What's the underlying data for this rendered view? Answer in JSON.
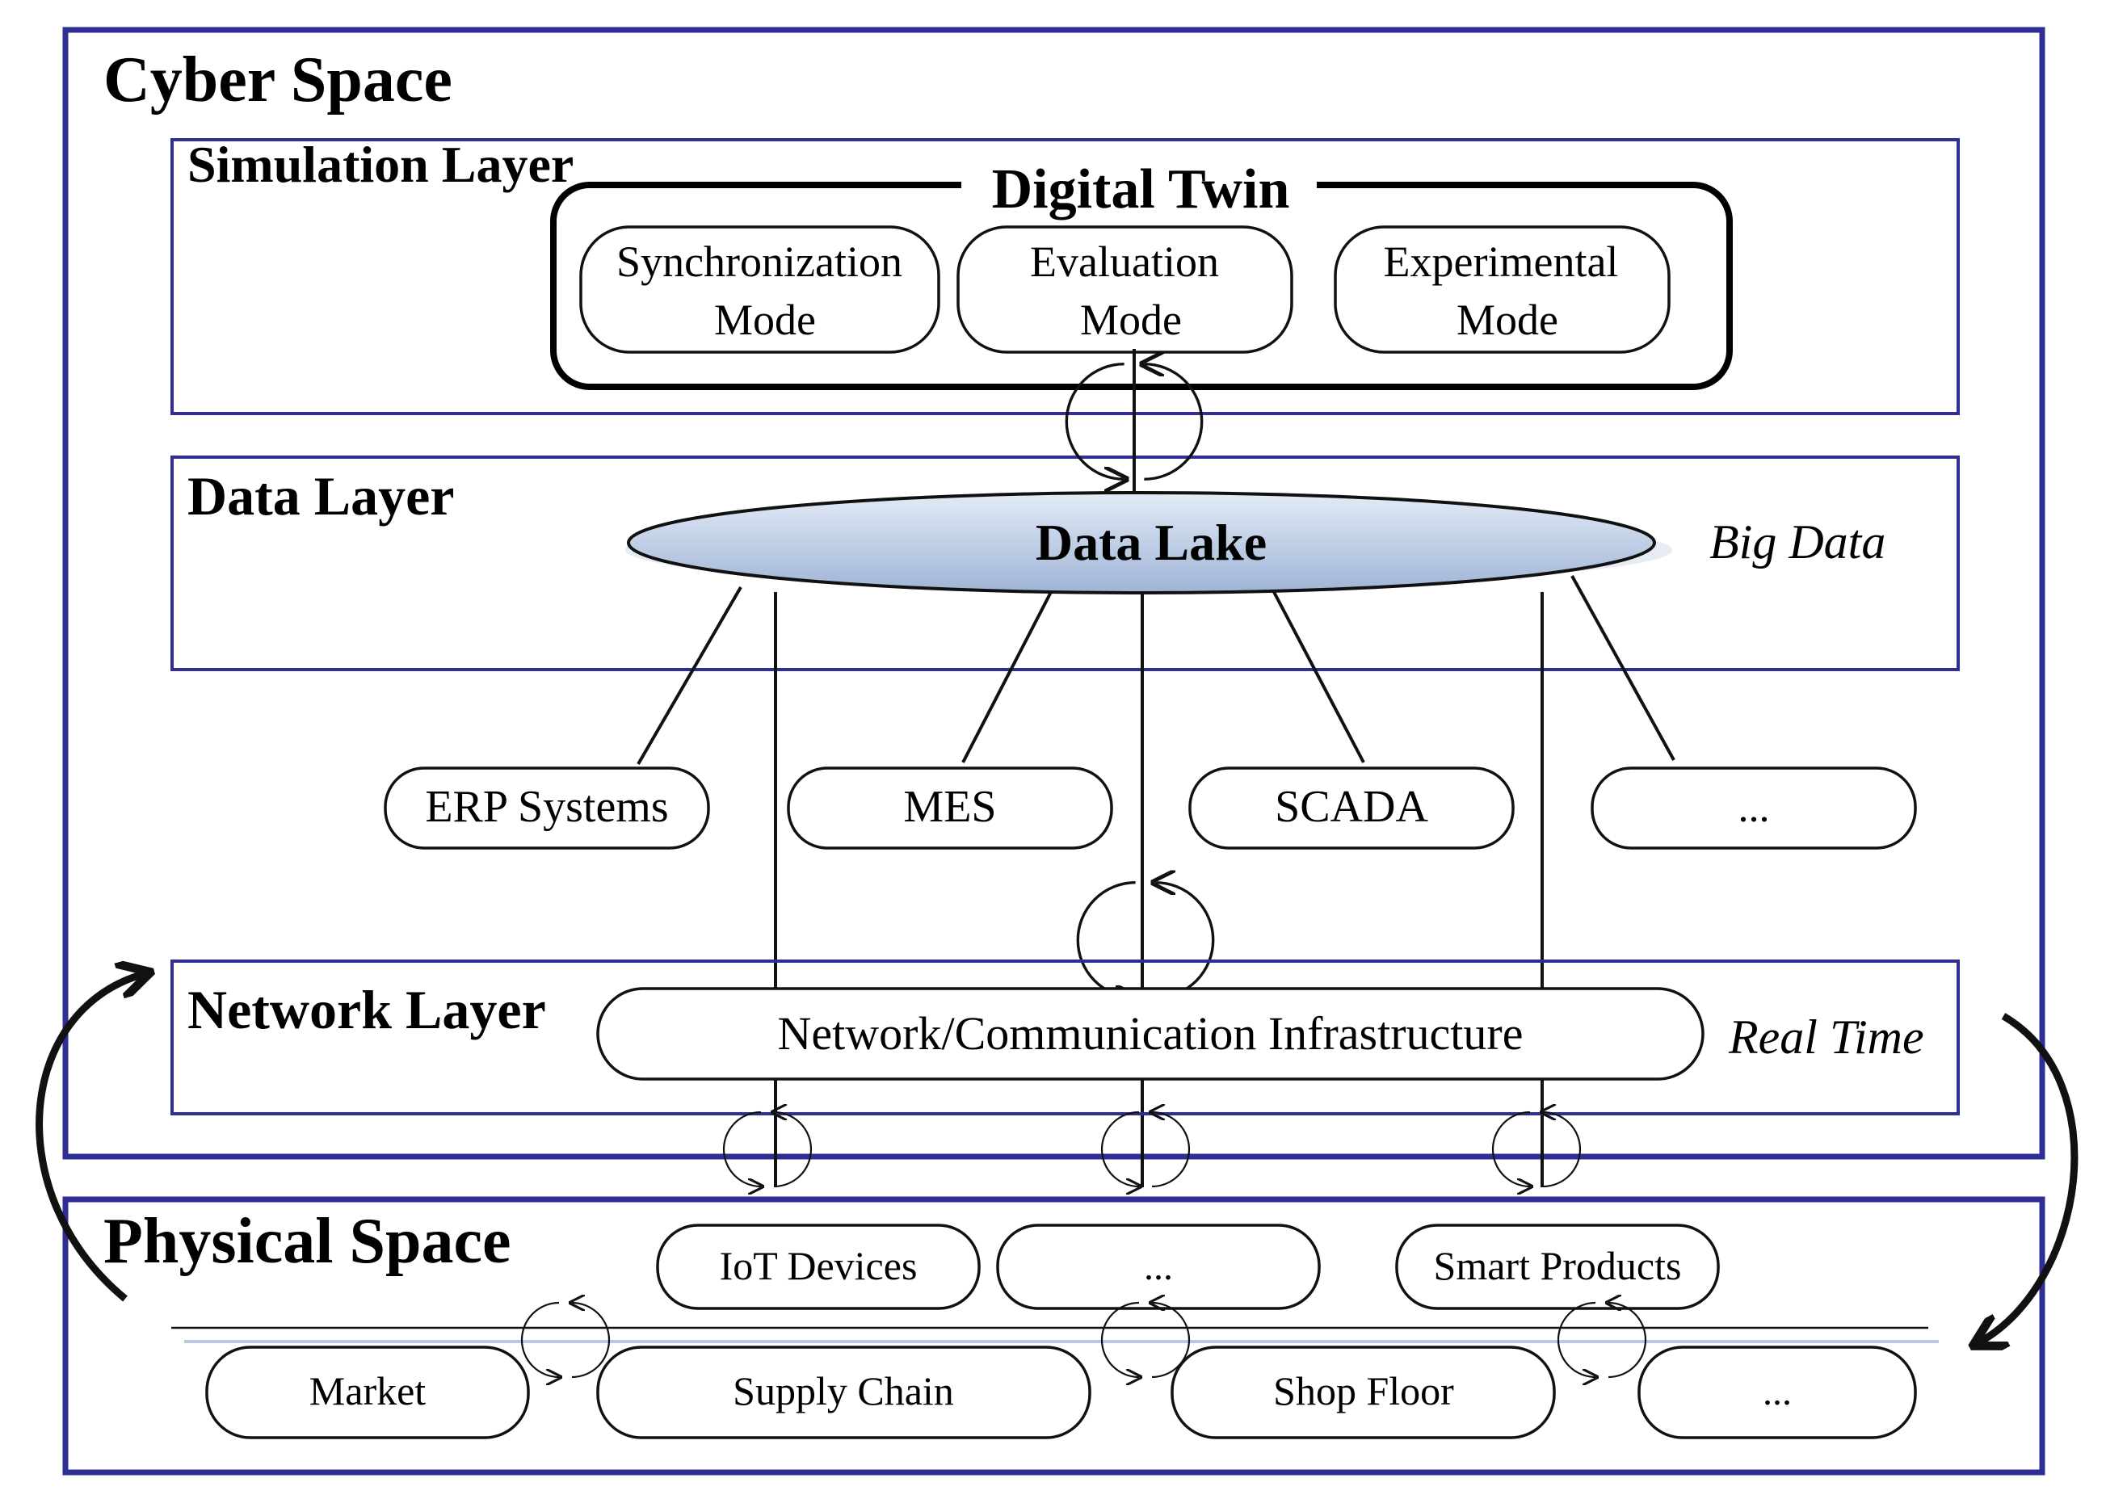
{
  "cyber_space": {
    "title": "Cyber Space",
    "simulation_layer": {
      "title": "Simulation Layer",
      "digital_twin": {
        "title": "Digital Twin",
        "modes": [
          {
            "line1": "Synchronization",
            "line2": "Mode"
          },
          {
            "line1": "Evaluation",
            "line2": "Mode"
          },
          {
            "line1": "Experimental",
            "line2": "Mode"
          }
        ]
      }
    },
    "data_layer": {
      "title": "Data Layer",
      "data_lake": "Data Lake",
      "annotation": "Big Data"
    },
    "sources": [
      "ERP Systems",
      "MES",
      "SCADA",
      "..."
    ],
    "network_layer": {
      "title": "Network Layer",
      "infrastructure": "Network/Communication Infrastructure",
      "annotation": "Real Time"
    }
  },
  "physical_space": {
    "title": "Physical Space",
    "devices": [
      "IoT Devices",
      "...",
      "Smart Products"
    ],
    "domains": [
      "Market",
      "Supply Chain",
      "Shop Floor",
      "..."
    ]
  },
  "colors": {
    "frame": "#2e2e96",
    "data_lake_fill": "#c9d6ea",
    "ink": "#111111"
  }
}
